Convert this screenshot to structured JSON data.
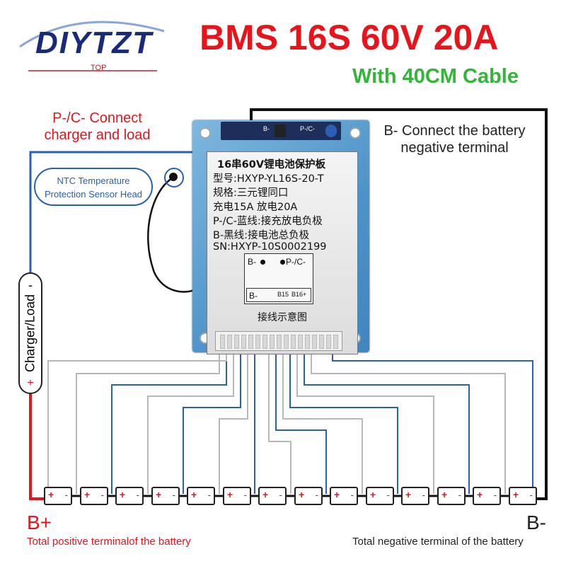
{
  "logo": {
    "text": "DIYTZT",
    "sub": "TOP"
  },
  "header": {
    "title": "BMS 16S 60V 20A",
    "subtitle": "With 40CM Cable"
  },
  "notes": {
    "pc_line1": "P-/C- Connect",
    "pc_line2": "charger and load",
    "bneg_line1": "B- Connect the battery",
    "bneg_line2": "negative terminal",
    "ntc_line1": "NTC Temperature",
    "ntc_line2": "Protection Sensor Head"
  },
  "charger": {
    "minus": "-",
    "label": "Charger/Load",
    "plus": "+"
  },
  "board": {
    "top_b": "B-",
    "top_p": "P-/C-",
    "label_lines": [
      "16串60V锂电池保护板",
      "型号:HXYP-YL16S-20-T",
      "规格:三元锂同口",
      "充电15A  放电20A",
      "P-/C-蓝线:接充放电负极",
      "B-黑线:接电池总负极",
      "SN:HXYP-10S0002199"
    ],
    "diagram": {
      "b_minus": "B-",
      "p_c": "P-/C-",
      "b_bottom": "B-",
      "b15": "B15",
      "b16": "B16+"
    },
    "caption": "接线示意图"
  },
  "battery": {
    "cell_count": 14,
    "plus_symbol": "+",
    "minus_symbol": "-",
    "b_plus": "B+",
    "b_minus": "B-",
    "pos_note": "Total positive terminalof the battery",
    "neg_note": "Total negative terminal of the battery"
  },
  "colors": {
    "red": "#e8141c",
    "blue": "#2a5fb5",
    "green": "#33b53a",
    "black": "#111111",
    "gray": "#b8b8b8"
  }
}
